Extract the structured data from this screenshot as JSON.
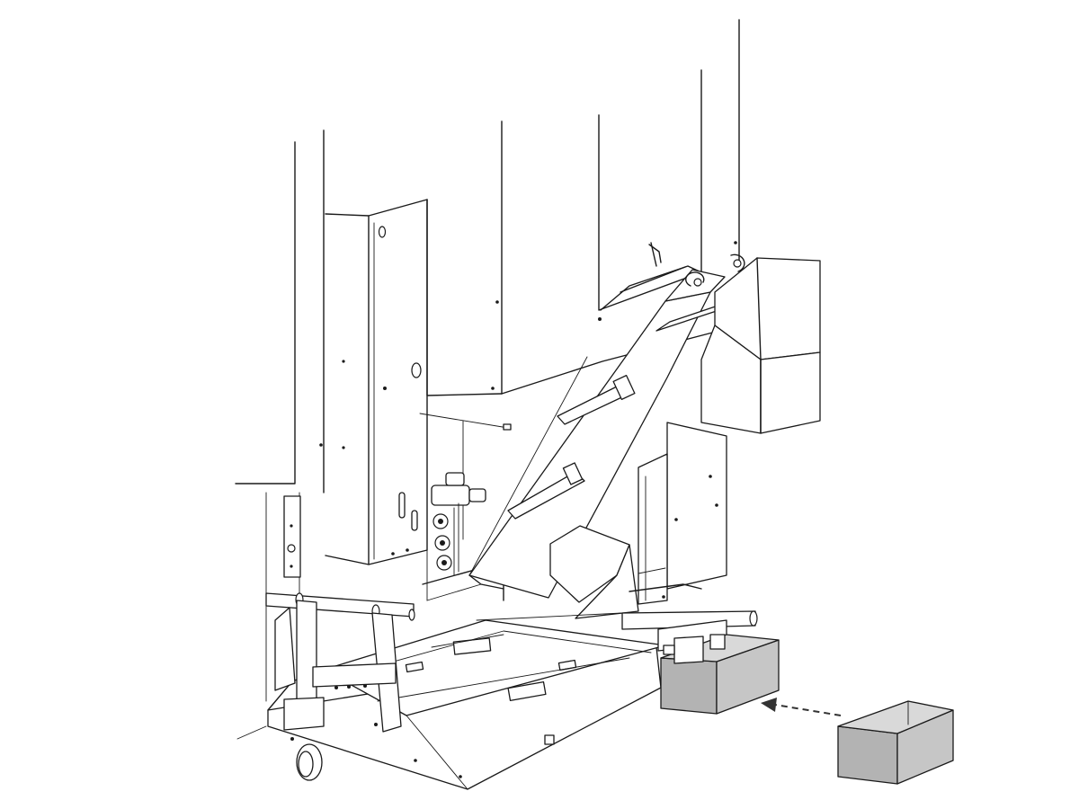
{
  "diagram": {
    "colors": {
      "line": "#1a1a1a",
      "background": "#ffffff",
      "ash_bin_front": "#b3b3b3",
      "ash_bin_side": "#c6c6c6",
      "ash_bin_inner": "#d9d9d9",
      "arrow": "#333333"
    },
    "parts": [
      "boiler-housing",
      "hopper-cabinet",
      "auger-conveyor",
      "motor-housing",
      "burner-tray",
      "ash-bin-installed",
      "ash-bin-spare"
    ],
    "arrow": {
      "style": "dashed",
      "direction": "left"
    }
  }
}
